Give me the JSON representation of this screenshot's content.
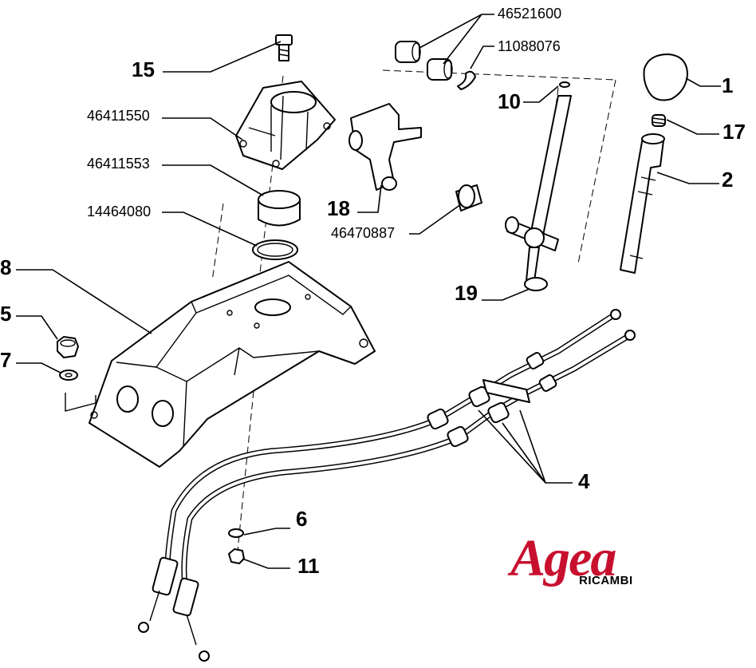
{
  "labels": {
    "l1": "1",
    "l2": "2",
    "l4": "4",
    "l5": "5",
    "l6": "6",
    "l7": "7",
    "l8": "8",
    "l10": "10",
    "l11": "11",
    "l15": "15",
    "l17": "17",
    "l18": "18",
    "l19": "19",
    "p46521600": "46521600",
    "p11088076": "11088076",
    "p46411550": "46411550",
    "p46411553": "46411553",
    "p14464080": "14464080",
    "p46470887": "46470887"
  },
  "logo": {
    "brand": "Agea",
    "sub": "RICAMBI",
    "color": "#c8102e"
  }
}
